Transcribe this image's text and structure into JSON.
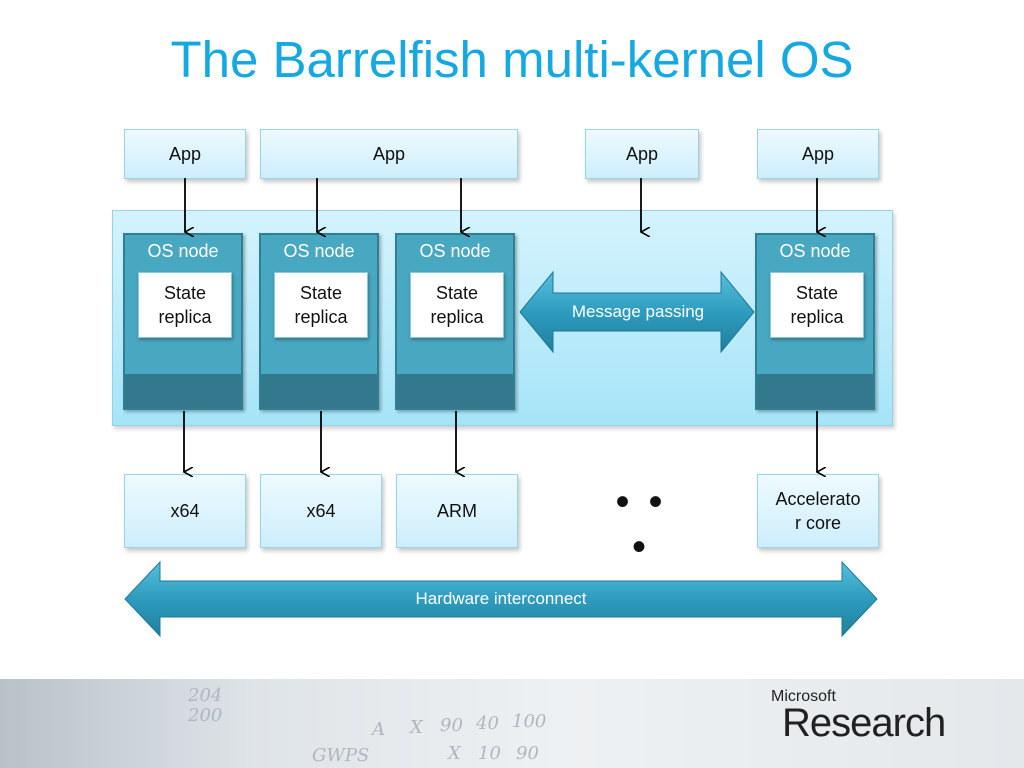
{
  "title": "The Barrelfish multi-kernel OS",
  "apps": [
    "App",
    "App",
    "App",
    "App"
  ],
  "os_nodes": [
    {
      "label": "OS node",
      "replica": "State\nreplica"
    },
    {
      "label": "OS node",
      "replica": "State\nreplica"
    },
    {
      "label": "OS node",
      "replica": "State\nreplica"
    },
    {
      "label": "OS node",
      "replica": "State\nreplica"
    }
  ],
  "message_passing": "Message passing",
  "cores": [
    "x64",
    "x64",
    "ARM",
    "Accelerato\nr core"
  ],
  "ellipsis": "• • •",
  "hardware_interconnect": "Hardware interconnect",
  "footer": {
    "logo_small": "Microsoft",
    "logo_big": "Research",
    "scribbles": [
      "A",
      "X",
      "90",
      "40",
      "100",
      "X",
      "10",
      "90",
      "GWPS",
      "204",
      "200"
    ]
  },
  "colors": {
    "title": "#16a8e0",
    "os_node": "#48a7c1",
    "os_node_foot": "#33788c",
    "arrow": "#2e9cbf"
  }
}
